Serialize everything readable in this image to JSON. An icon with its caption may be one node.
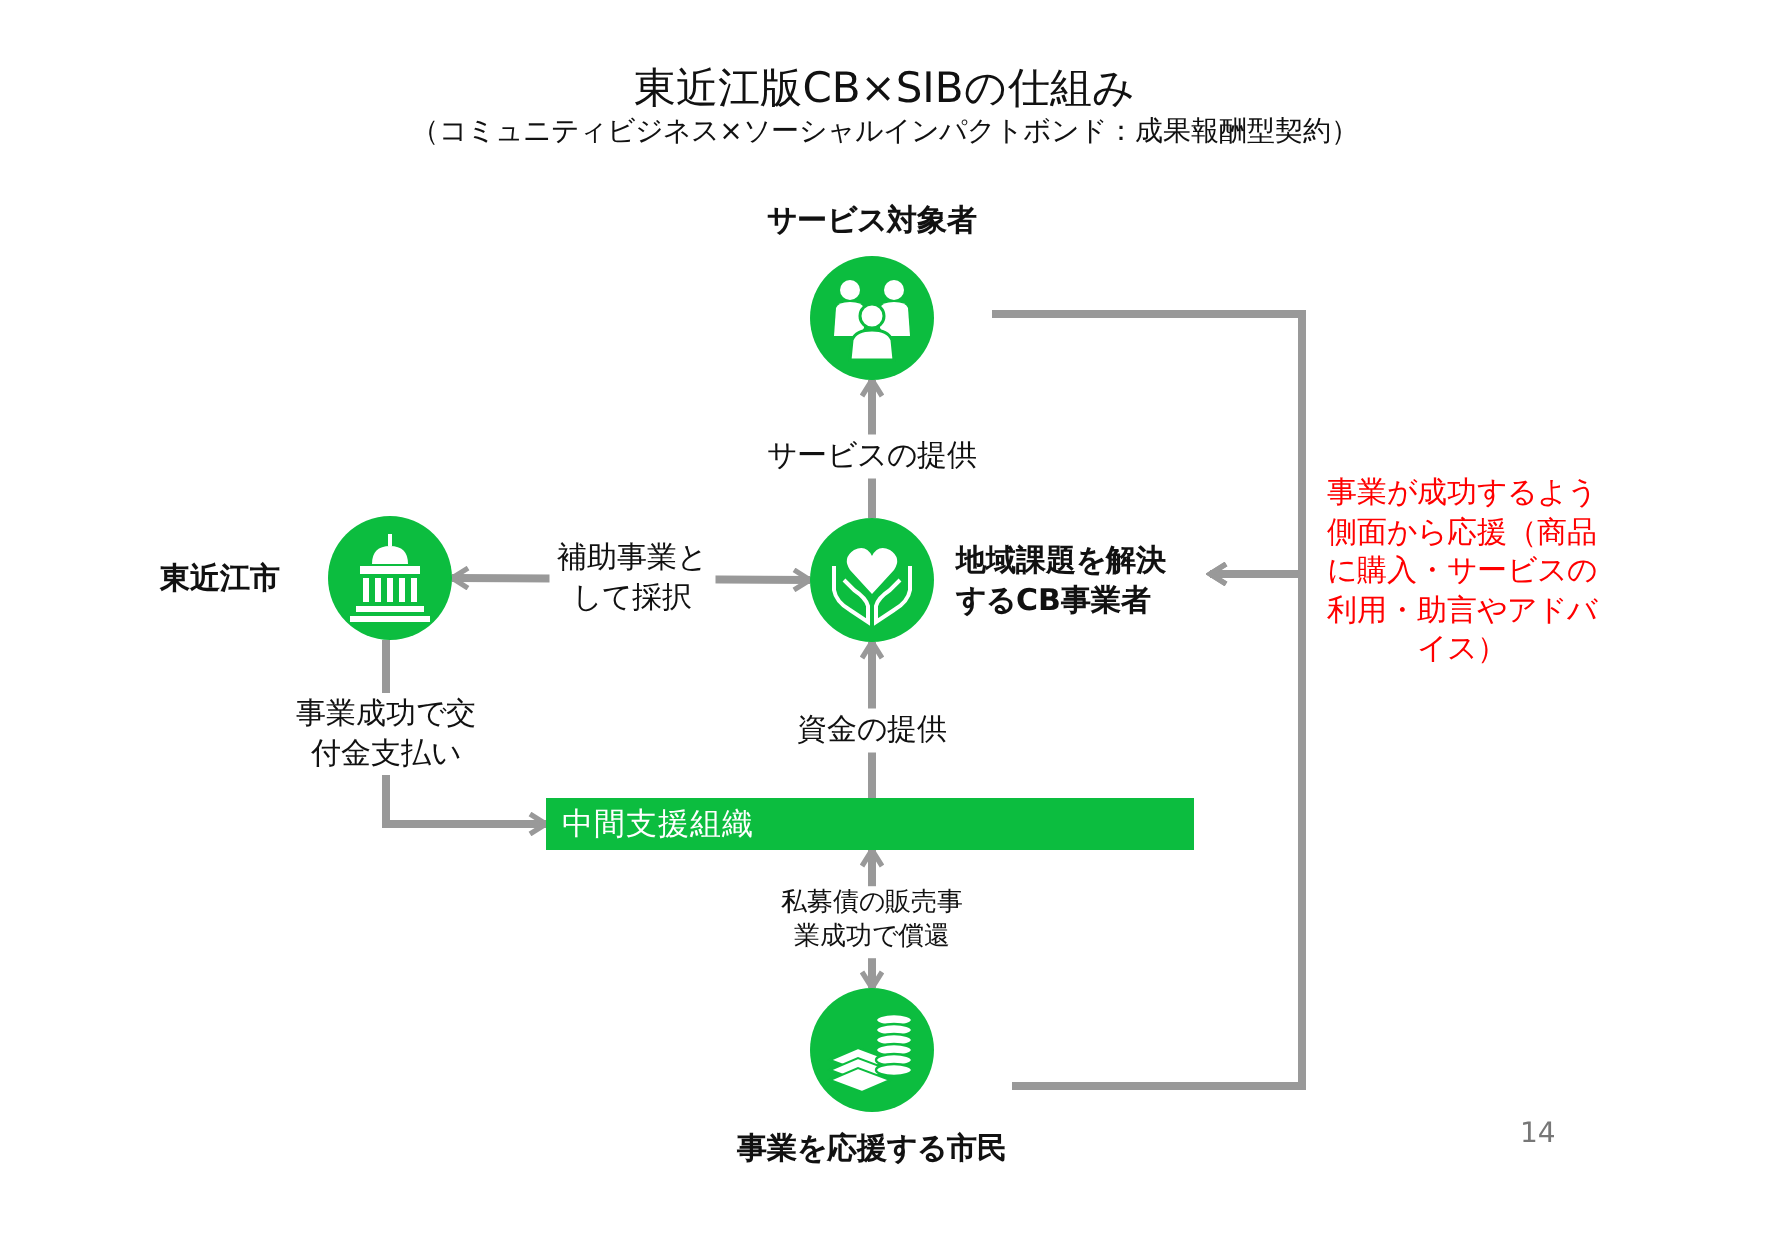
{
  "diagram": {
    "title": "東近江版CB×SIBの仕組み",
    "caption": "（コミュニティビジネス×ソーシャルインパクトボンド：成果報酬型契約）",
    "nodes": [
      {
        "text": [
          "サービス対象者"
        ]
      },
      {
        "text": [
          "地域課題を解決するCB事業者"
        ]
      },
      {
        "text": [
          "東近江市"
        ]
      },
      {
        "text": [
          "中間支援組織"
        ]
      },
      {
        "text": [
          "事業を応援する市民"
        ]
      }
    ],
    "edges": [
      {
        "from": 1,
        "to": 0,
        "arrow": "to",
        "label": "サービスの提供"
      },
      {
        "from": 2,
        "to": 1,
        "arrow": "both",
        "label": "補助事業として採択"
      },
      {
        "from": 2,
        "to": 3,
        "arrow": "to",
        "label": "事業成功で交付金支払い"
      },
      {
        "from": 3,
        "to": 1,
        "arrow": "to",
        "label": "資金の提供"
      },
      {
        "from": 3,
        "to": 4,
        "arrow": "both",
        "label": "私募債の販売事業成功で償還"
      },
      {
        "from": 0,
        "to": 1,
        "arrow": "to"
      },
      {
        "from": 4,
        "to": 1,
        "arrow": "to"
      }
    ],
    "labels": [
      "事業が成功するよう側面から応援（商品に購入・サービスの利用・助言やアドバイス）",
      "14"
    ]
  }
}
